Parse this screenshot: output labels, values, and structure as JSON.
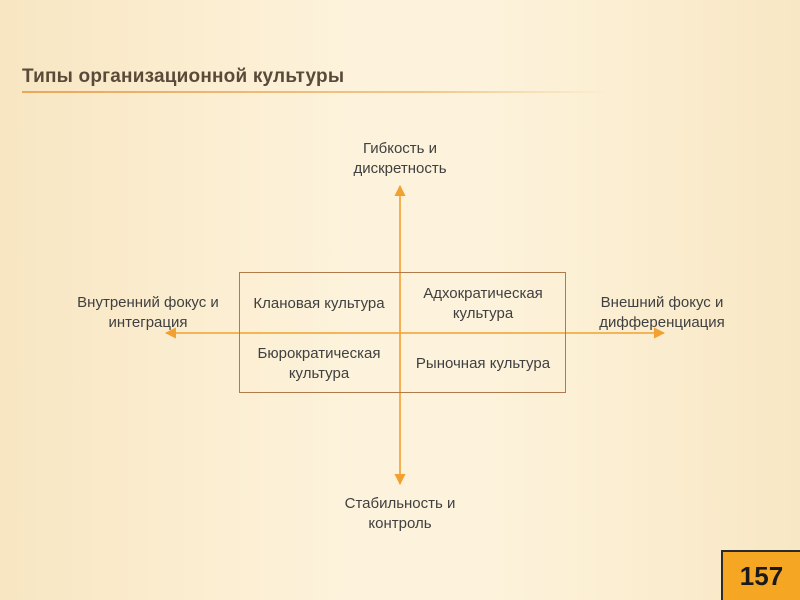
{
  "title": "Типы организационной культуры",
  "axes": {
    "top": "Гибкость и дискретность",
    "bottom": "Стабильность и контроль",
    "left": "Внутренний фокус и интеграция",
    "right": "Внешний фокус и дифференциация"
  },
  "quadrants": {
    "top_left": "Клановая культура",
    "top_right": "Адхократическая культура",
    "bottom_left": "Бюрократическая культура",
    "bottom_right": "Рыночная культура"
  },
  "page_number": "157",
  "colors": {
    "axis": "#f2a02f",
    "grid_border": "#b07a4a",
    "badge": "#f5a623"
  }
}
